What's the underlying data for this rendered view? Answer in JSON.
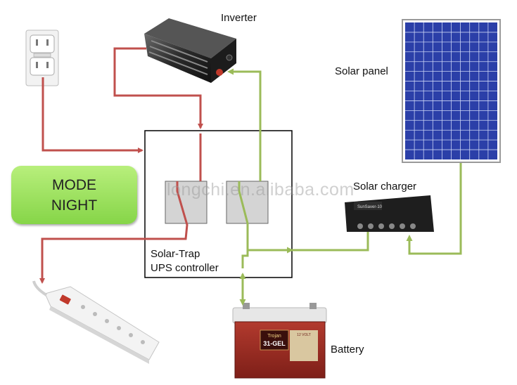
{
  "labels": {
    "inverter": "Inverter",
    "solar_panel": "Solar panel",
    "solar_charger": "Solar charger",
    "battery": "Battery",
    "controller_line1": "Solar-Trap",
    "controller_line2": "UPS controller"
  },
  "mode": {
    "line1": "MODE",
    "line2": "NIGHT"
  },
  "watermark": "longchi.en.alibaba.com",
  "battery_print": {
    "brand": "Trojan",
    "model": "31-GEL",
    "voltage": "12 VOLT"
  },
  "charger_print": {
    "brand": "SunSaver-10"
  },
  "colors": {
    "ac_wire": "#c0504d",
    "dc_wire": "#9bbb59",
    "mode_box": "#92d050",
    "panel_cell": "#2b3fa8"
  }
}
